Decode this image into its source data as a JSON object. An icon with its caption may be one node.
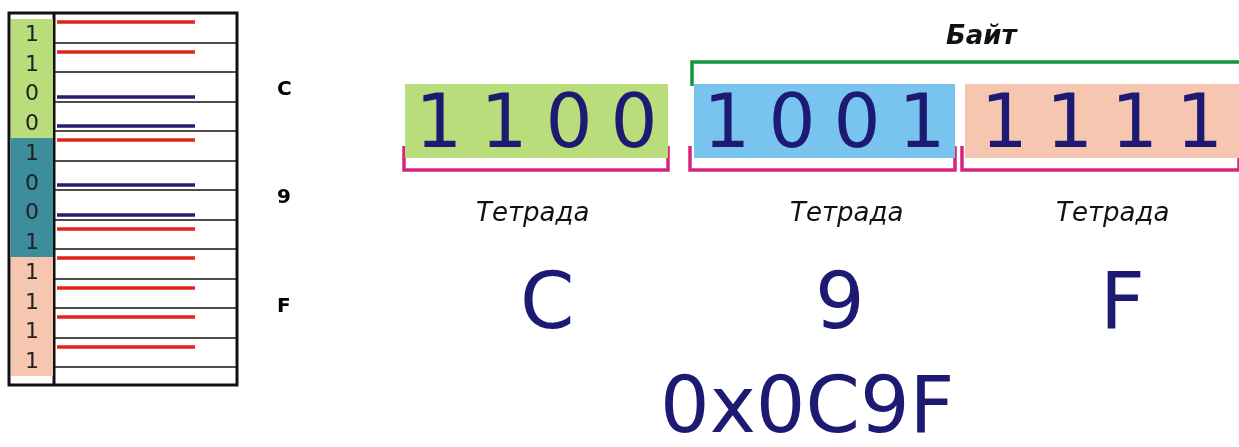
{
  "diagram": {
    "nodes": [
      {
        "text": [
          "1",
          "1",
          "0",
          "0"
        ]
      },
      {
        "text": [
          "1",
          "0",
          "0",
          "1"
        ]
      },
      {
        "text": [
          "1",
          "1",
          "1",
          "1"
        ]
      },
      {
        "text": [
          "1100"
        ]
      },
      {
        "text": [
          "1001"
        ]
      },
      {
        "text": [
          "1111"
        ]
      }
    ],
    "labels": [
      "C",
      "9",
      "F",
      "Байт",
      "Тетрада",
      "Тетрада",
      "Тетрада",
      "C",
      "9",
      "F",
      "0x0C9F"
    ]
  }
}
